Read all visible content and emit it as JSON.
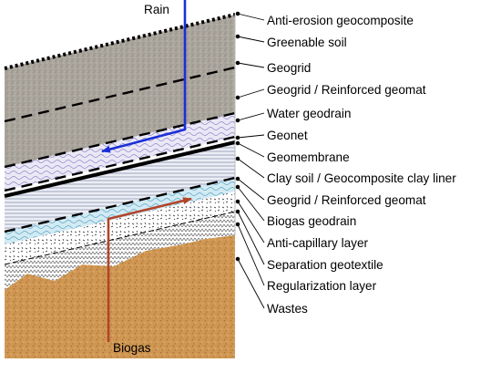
{
  "diagram": {
    "top_label": "Rain",
    "bottom_label": "Biogas",
    "layers": [
      "Anti-erosion geocomposite",
      "Greenable soil",
      "Geogrid",
      "Geogrid / Reinforced geomat",
      "Water geodrain",
      "Geonet",
      "Geomembrane",
      "Clay soil / Geocomposite clay liner",
      "Geogrid / Reinforced geomat",
      "Biogas geodrain",
      "Anti-capillary layer",
      "Separation geotextile",
      "Regularization layer",
      "Wastes"
    ],
    "colors": {
      "soil": "#a8a39b",
      "water_geodrain": "#e6e2f4",
      "clay": "#e7e9f0",
      "biogas_geodrain": "#cfe8f2",
      "wastes": "#cf9550",
      "rain_arrow": "#1b2fd8",
      "biogas_arrow": "#b2442a"
    }
  }
}
